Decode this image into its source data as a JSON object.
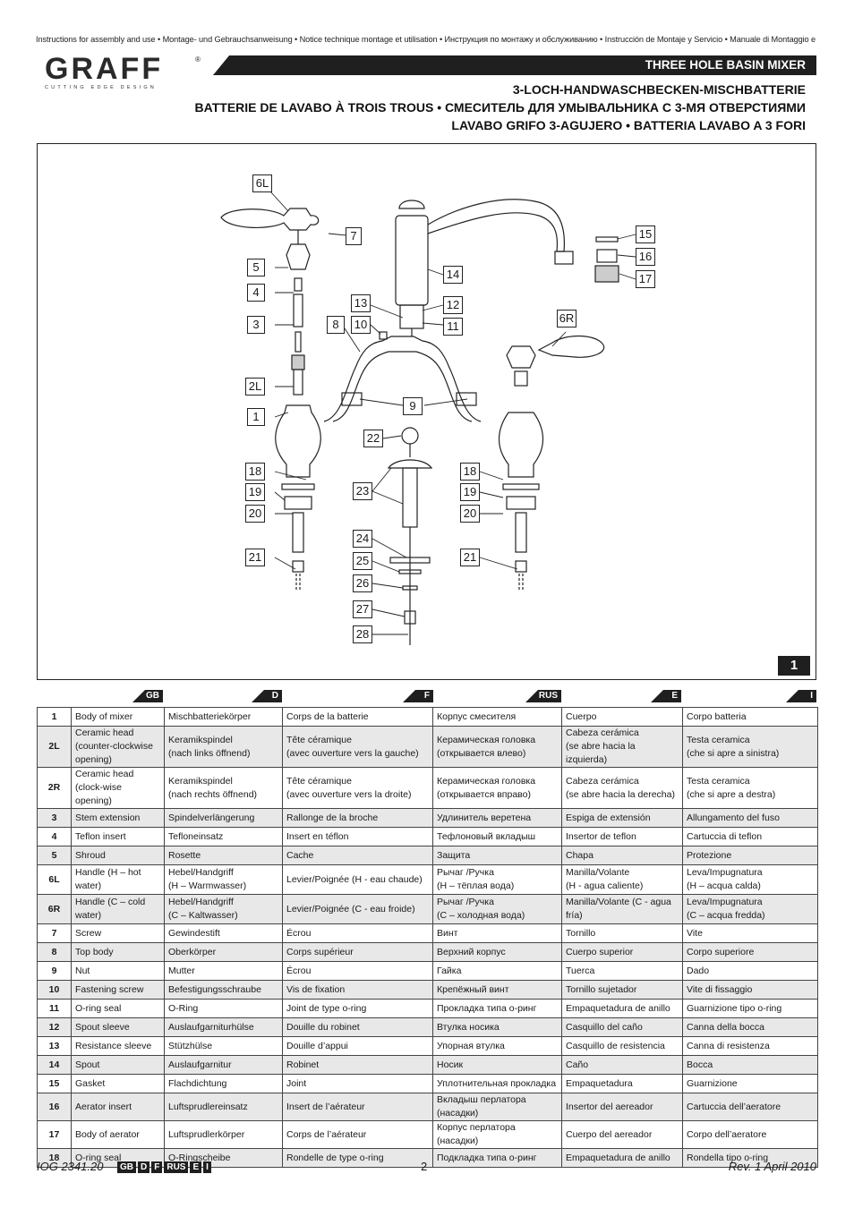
{
  "header": {
    "instructions_line": "Instructions for assembly and use • Montage- und Gebrauchsanweisung • Notice technique montage et utilisation • Инструкция по монтажу и обслуживанию • Instrucción de Montaje y Servicio • Manuale di Montaggio e Uso",
    "logo_text": "GRAFF",
    "logo_reg": "®",
    "logo_tagline": "CUTTING EDGE DESIGN",
    "title": "THREE HOLE BASIN MIXER",
    "subtitle_1": "3-LOCH-HANDWASCHBECKEN-MISCHBATTERIE",
    "subtitle_2": "BATTERIE DE LAVABO À TROIS TROUS  • СМЕСИТЕЛЬ ДЛЯ УМЫВАЛЬНИКА С 3-МЯ ОТВЕРСТИЯМИ",
    "subtitle_3": "LAVABO GRIFO 3-AGUJERO • BATTERIA LAVABO A 3 FORI"
  },
  "diagram": {
    "figure_number": "1",
    "callouts": [
      "6L",
      "7",
      "5",
      "4",
      "3",
      "2L",
      "1",
      "18",
      "19",
      "20",
      "21",
      "8",
      "10",
      "13",
      "12",
      "11",
      "14",
      "15",
      "16",
      "17",
      "6R",
      "9",
      "22",
      "23",
      "24",
      "25",
      "26",
      "27",
      "28",
      "18",
      "19",
      "20",
      "21"
    ]
  },
  "languages": [
    "GB",
    "D",
    "F",
    "RUS",
    "E",
    "I"
  ],
  "parts": [
    {
      "no": "1",
      "gb": "Body of mixer",
      "d": "Mischbatteriekörper",
      "f": "Corps de la batterie",
      "rus": "Корпус смесителя",
      "e": "Cuerpo",
      "i": "Corpo batteria"
    },
    {
      "no": "2L",
      "gb": "Ceramic head (counter-clockwise opening)",
      "d": "Keramikspindel\n(nach links öffnend)",
      "f": "Tête céramique\n(avec ouverture vers la gauche)",
      "rus": "Керамическая головка\n(открывается влево)",
      "e": "Cabeza cerámica\n(se abre hacia la izquierda)",
      "i": "Testa ceramica\n(che si apre a sinistra)"
    },
    {
      "no": "2R",
      "gb": "Ceramic head (clock-wise opening)",
      "d": "Keramikspindel\n(nach rechts öffnend)",
      "f": "Tête céramique\n(avec ouverture vers la droite)",
      "rus": "Керамическая головка\n(открывается вправо)",
      "e": "Cabeza cerámica\n(se abre hacia la derecha)",
      "i": "Testa ceramica\n(che si apre a destra)"
    },
    {
      "no": "3",
      "gb": "Stem extension",
      "d": "Spindelverlängerung",
      "f": "Rallonge de la broche",
      "rus": "Удлинитель веретена",
      "e": "Espiga de extensión",
      "i": "Allungamento del fuso"
    },
    {
      "no": "4",
      "gb": "Teflon insert",
      "d": "Tefloneinsatz",
      "f": "Insert en téflon",
      "rus": "Тефлоновый вкладыш",
      "e": "Insertor de teflon",
      "i": "Cartuccia di teflon"
    },
    {
      "no": "5",
      "gb": "Shroud",
      "d": "Rosette",
      "f": "Cache",
      "rus": "Защита",
      "e": "Chapa",
      "i": "Protezione"
    },
    {
      "no": "6L",
      "gb": "Handle (H – hot water)",
      "d": "Hebel/Handgriff\n(H – Warmwasser)",
      "f": "Levier/Poignée (H - eau chaude)",
      "rus": "Рычаг /Ручка\n(H – тёплая вода)",
      "e": "Manilla/Volante\n(H - agua caliente)",
      "i": "Leva/Impugnatura\n(H – acqua calda)"
    },
    {
      "no": "6R",
      "gb": "Handle (C – cold water)",
      "d": "Hebel/Handgriff\n(C – Kaltwasser)",
      "f": "Levier/Poignée (C - eau froide)",
      "rus": "Рычаг /Ручка\n(C – холодная вода)",
      "e": "Manilla/Volante (C - agua fría)",
      "i": "Leva/Impugnatura\n(C – acqua fredda)"
    },
    {
      "no": "7",
      "gb": "Screw",
      "d": "Gewindestift",
      "f": "Écrou",
      "rus": "Винт",
      "e": "Tornillo",
      "i": "Vite"
    },
    {
      "no": "8",
      "gb": "Top body",
      "d": "Oberkörper",
      "f": "Corps supérieur",
      "rus": "Верхний корпус",
      "e": "Cuerpo superior",
      "i": "Corpo superiore"
    },
    {
      "no": "9",
      "gb": "Nut",
      "d": "Mutter",
      "f": "Écrou",
      "rus": "Гайка",
      "e": "Tuerca",
      "i": "Dado"
    },
    {
      "no": "10",
      "gb": "Fastening screw",
      "d": "Befestigungsschraube",
      "f": "Vis de fixation",
      "rus": "Крепёжный винт",
      "e": "Tornillo sujetador",
      "i": "Vite di fissaggio"
    },
    {
      "no": "11",
      "gb": "O-ring seal",
      "d": "O-Ring",
      "f": "Joint de type o-ring",
      "rus": "Прокладка типа о-ринг",
      "e": "Empaquetadura de anillo",
      "i": "Guarnizione tipo o-ring"
    },
    {
      "no": "12",
      "gb": "Spout sleeve",
      "d": "Auslaufgarniturhülse",
      "f": "Douille du robinet",
      "rus": "Втулка носика",
      "e": "Casquillo del caño",
      "i": "Canna della bocca"
    },
    {
      "no": "13",
      "gb": "Resistance sleeve",
      "d": "Stützhülse",
      "f": "Douille d’appui",
      "rus": "Упорная втулка",
      "e": "Casquillo de resistencia",
      "i": "Canna di resistenza"
    },
    {
      "no": "14",
      "gb": "Spout",
      "d": "Auslaufgarnitur",
      "f": "Robinet",
      "rus": "Носик",
      "e": "Caño",
      "i": "Bocca"
    },
    {
      "no": "15",
      "gb": "Gasket",
      "d": "Flachdichtung",
      "f": "Joint",
      "rus": "Уплотнительная прокладка",
      "e": "Empaquetadura",
      "i": "Guarnizione"
    },
    {
      "no": "16",
      "gb": "Aerator insert",
      "d": "Luftsprudlereinsatz",
      "f": "Insert de l’aérateur",
      "rus": "Вкладыш перлатора (насадки)",
      "e": "Insertor del aereador",
      "i": "Cartuccia dell’aeratore"
    },
    {
      "no": "17",
      "gb": "Body of aerator",
      "d": "Luftsprudlerkörper",
      "f": "Corps de l’aérateur",
      "rus": "Корпус перлатора (насадки)",
      "e": "Cuerpo del aereador",
      "i": "Corpo dell’aeratore"
    },
    {
      "no": "18",
      "gb": "O-ring seal",
      "d": "O-Ringscheibe",
      "f": "Rondelle de type o-ring",
      "rus": "Подкладка типа о-ринг",
      "e": "Empaquetadura de anillo",
      "i": "Rondella tipo o-ring"
    }
  ],
  "footer": {
    "doc_code": "IOG 2341.20",
    "page": "2",
    "revision": "Rev. 1 April 2010"
  }
}
